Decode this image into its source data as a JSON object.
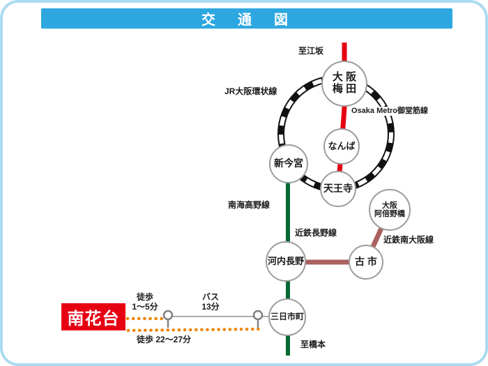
{
  "header": {
    "title": "交　通　図"
  },
  "colors": {
    "header_blue": "#2EA7E0",
    "frame_blue": "#ABDBF2",
    "metro_red": "#E60012",
    "nankai_green": "#006934",
    "kintetsu_maroon": "#A96060",
    "walk_orange": "#F08300",
    "origin_box_red": "#E60012",
    "jr_loop_black": "#111111",
    "bus_line_gray": "#AAAAAA"
  },
  "lines": {
    "to_esaka": "至江坂",
    "jr_loop": "JR大阪環状線",
    "midosuji": "Osaka Metro御堂筋線",
    "nankai_koya": "南海高野線",
    "kintetsu_nagano": "近鉄長野線",
    "kintetsu_minami_osaka": "近鉄南大阪線",
    "to_hashimoto": "至橋本"
  },
  "stations": {
    "umeda": {
      "line1": "大 阪",
      "line2": "梅 田"
    },
    "namba": {
      "label": "なんば"
    },
    "shin_imamiya": {
      "label": "新今宮"
    },
    "tennoji": {
      "label": "天王寺"
    },
    "abenobashi": {
      "line1": "大阪",
      "line2": "阿倍野橋"
    },
    "kawachinagano": {
      "label": "河内長野"
    },
    "furuichi": {
      "label": "古 市"
    },
    "mikkaichicho": {
      "label": "三日市町"
    }
  },
  "access": {
    "origin": "南花台",
    "walk1_line1": "徒歩",
    "walk1_line2": "1〜5分",
    "bus_line1": "バス",
    "bus_line2": "13分",
    "walk2": "徒歩 22〜27分"
  }
}
